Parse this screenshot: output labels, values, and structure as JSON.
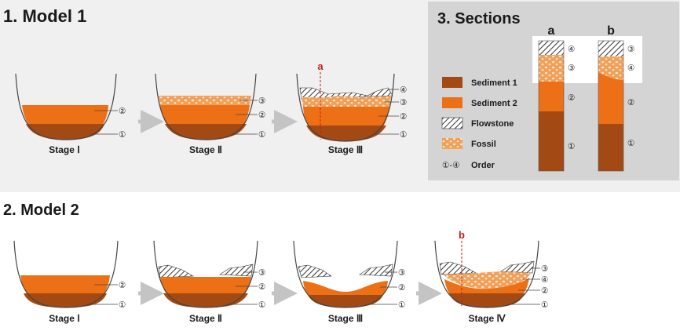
{
  "model1": {
    "title": "1. Model 1",
    "stage1": {
      "label": "Stage Ⅰ",
      "marks": [
        "①",
        "②"
      ]
    },
    "stage2": {
      "label": "Stage Ⅱ",
      "marks": [
        "①",
        "②",
        "③"
      ]
    },
    "stage3": {
      "label": "Stage Ⅲ",
      "marks": [
        "①",
        "②",
        "③",
        "④"
      ],
      "section_marker": "a"
    }
  },
  "model2": {
    "title": "2. Model 2",
    "stage1": {
      "label": "Stage Ⅰ",
      "marks": [
        "①",
        "②"
      ]
    },
    "stage2": {
      "label": "Stage Ⅱ",
      "marks": [
        "①",
        "②",
        "③"
      ]
    },
    "stage3": {
      "label": "Stage Ⅲ",
      "marks": [
        "①",
        "②",
        "③"
      ]
    },
    "stage4": {
      "label": "Stage Ⅳ",
      "marks": [
        "①",
        "②",
        "④",
        "③"
      ],
      "section_marker": "b"
    }
  },
  "sections": {
    "title": "3. Sections",
    "legend": [
      {
        "key": "sediment1",
        "label": "Sediment 1"
      },
      {
        "key": "sediment2",
        "label": "Sediment 2"
      },
      {
        "key": "flowstone",
        "label": "Flowstone"
      },
      {
        "key": "fossil",
        "label": "Fossil"
      },
      {
        "key": "order",
        "symbol": "①-④",
        "label": "Order"
      }
    ],
    "column_a": {
      "label": "a",
      "marks": [
        "④",
        "③",
        "②",
        "①"
      ]
    },
    "column_b": {
      "label": "b",
      "marks": [
        "③",
        "④",
        "②",
        "①"
      ]
    }
  },
  "colors": {
    "sediment1": "#a34a14",
    "sediment2": "#ee7016",
    "fossil_bg": "#f2a058",
    "fossil_dot": "#fbe6cf",
    "flowstone_stroke": "#333333",
    "arrow": "#c4c4c4",
    "panel_bg": "#f0f0f0",
    "section_panel_bg": "#d4d4d4",
    "marker_red": "#cc1a1a"
  }
}
